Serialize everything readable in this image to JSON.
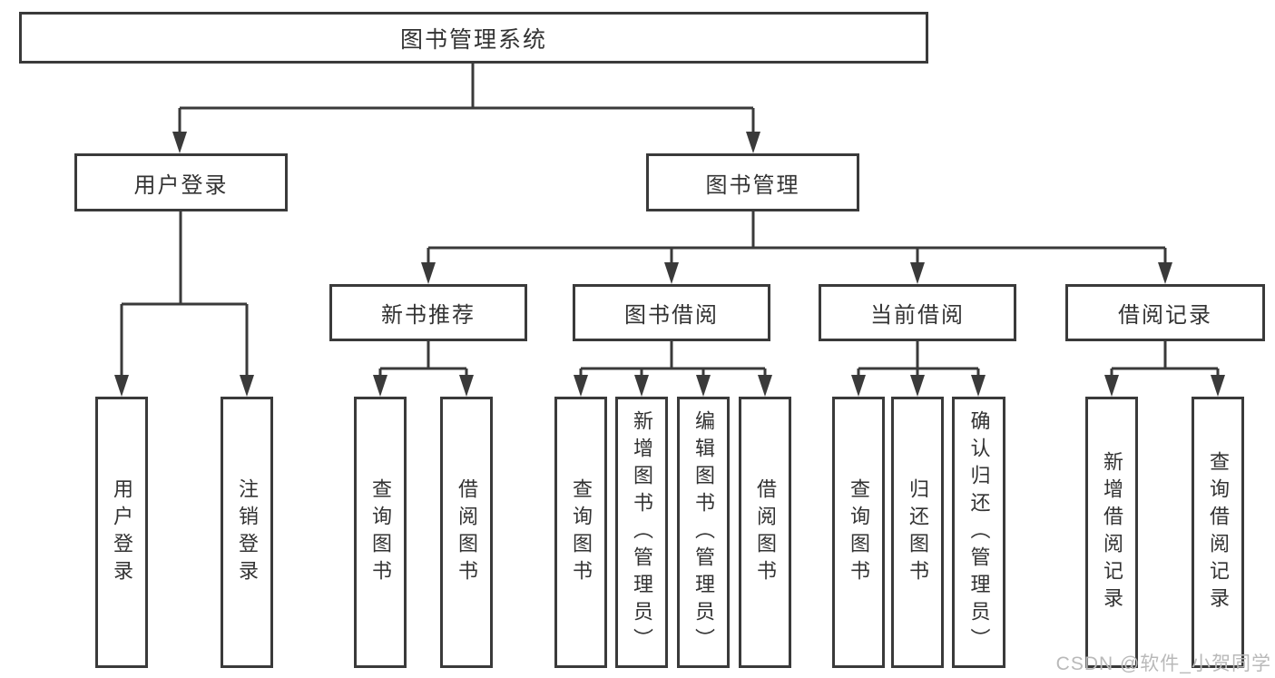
{
  "tree": {
    "root": {
      "label": "图书管理系统"
    },
    "level2": [
      {
        "label": "用户登录",
        "children": [
          {
            "label": "用户登录"
          },
          {
            "label": "注销登录"
          }
        ]
      },
      {
        "label": "图书管理",
        "children": [
          {
            "label": "新书推荐",
            "children": [
              {
                "label": "查询图书"
              },
              {
                "label": "借阅图书"
              }
            ]
          },
          {
            "label": "图书借阅",
            "children": [
              {
                "label": "查询图书"
              },
              {
                "label": "新增图书（管理员）"
              },
              {
                "label": "编辑图书（管理员）"
              },
              {
                "label": "借阅图书"
              }
            ]
          },
          {
            "label": "当前借阅",
            "children": [
              {
                "label": "查询图书"
              },
              {
                "label": "归还图书"
              },
              {
                "label": "确认归还（管理员）"
              }
            ]
          },
          {
            "label": "借阅记录",
            "children": [
              {
                "label": "新增借阅记录"
              },
              {
                "label": "查询借阅记录"
              }
            ]
          }
        ]
      }
    ]
  },
  "watermark": "CSDN @软件_小贺同学",
  "colors": {
    "line": "#3a3a3a",
    "text": "#333333",
    "watermark": "#b9b9b9",
    "background": "#ffffff"
  }
}
